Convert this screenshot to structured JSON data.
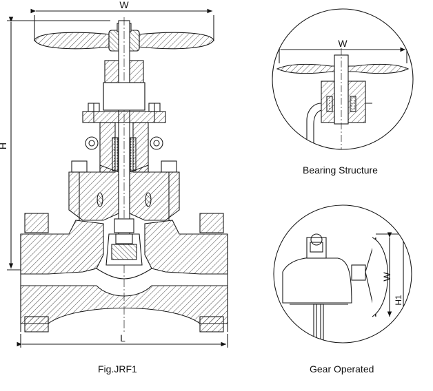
{
  "main_view": {
    "dim_width": "W",
    "dim_height": "H",
    "dim_length": "L",
    "caption": "Fig.JRF1"
  },
  "bearing_detail": {
    "dim_width": "W",
    "caption": "Bearing Structure"
  },
  "gear_detail": {
    "dim_width": "W",
    "dim_height": "H1",
    "caption": "Gear Operated"
  },
  "colors": {
    "line": "#1a1a1a",
    "hatch": "#3a3a3a",
    "background": "#ffffff"
  }
}
